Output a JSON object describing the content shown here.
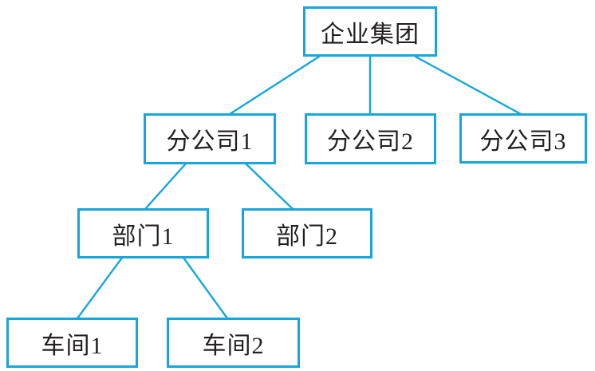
{
  "diagram": {
    "type": "organization-tree",
    "levels": 4
  },
  "colors": {
    "line": "#18A5DC",
    "node-border": "#18A5DC",
    "node-bg": "#FFFFFF",
    "text": "#231F20",
    "background": "#FFFFFF"
  },
  "nodes": [
    {
      "id": "enterprise-group",
      "label": "企业集团",
      "level": 1
    },
    {
      "id": "branch-1",
      "label": "分公司1",
      "level": 2
    },
    {
      "id": "branch-2",
      "label": "分公司2",
      "level": 2
    },
    {
      "id": "branch-3",
      "label": "分公司3",
      "level": 2
    },
    {
      "id": "dept-1",
      "label": "部门1",
      "level": 3
    },
    {
      "id": "dept-2",
      "label": "部门2",
      "level": 3
    },
    {
      "id": "workshop-1",
      "label": "车间1",
      "level": 4
    },
    {
      "id": "workshop-2",
      "label": "车间2",
      "level": 4
    }
  ],
  "edges": [
    {
      "from": "企业集团",
      "to": "分公司1"
    },
    {
      "from": "企业集团",
      "to": "分公司2"
    },
    {
      "from": "企业集团",
      "to": "分公司3"
    },
    {
      "from": "分公司1",
      "to": "部门1"
    },
    {
      "from": "分公司1",
      "to": "部门2"
    },
    {
      "from": "部门1",
      "to": "车间1"
    },
    {
      "from": "部门1",
      "to": "车间2"
    }
  ]
}
